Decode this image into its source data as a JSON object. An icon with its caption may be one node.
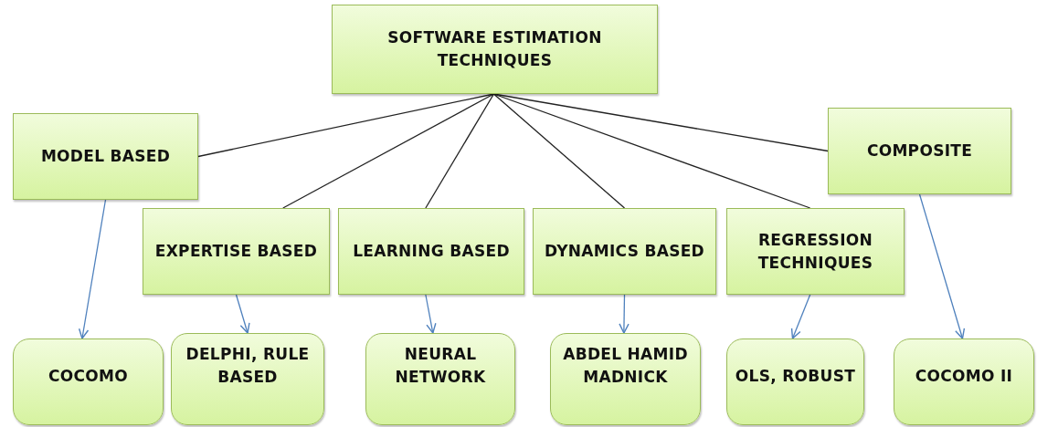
{
  "diagram": {
    "nodes": [
      {
        "text": [
          "SOFTWARE ESTIMATION TECHNIQUES"
        ]
      },
      {
        "text": [
          "MODEL BASED"
        ]
      },
      {
        "text": [
          "EXPERTISE BASED"
        ]
      },
      {
        "text": [
          "LEARNING BASED"
        ]
      },
      {
        "text": [
          "DYNAMICS BASED"
        ]
      },
      {
        "text": [
          "REGRESSION TECHNIQUES"
        ]
      },
      {
        "text": [
          "COMPOSITE"
        ]
      },
      {
        "text": [
          "COCOMO"
        ]
      },
      {
        "text": [
          "DELPHI, RULE BASED"
        ]
      },
      {
        "text": [
          "NEURAL NETWORK"
        ]
      },
      {
        "text": [
          "ABDEL HAMID MADNICK"
        ]
      },
      {
        "text": [
          "OLS, ROBUST"
        ]
      },
      {
        "text": [
          "COCOMO II"
        ]
      }
    ],
    "edges": [
      {
        "from": 0,
        "to": 1,
        "arrow": "none"
      },
      {
        "from": 0,
        "to": 2,
        "arrow": "none"
      },
      {
        "from": 0,
        "to": 3,
        "arrow": "none"
      },
      {
        "from": 0,
        "to": 4,
        "arrow": "none"
      },
      {
        "from": 0,
        "to": 5,
        "arrow": "none"
      },
      {
        "from": 0,
        "to": 6,
        "arrow": "none"
      },
      {
        "from": 1,
        "to": 7,
        "arrow": "to",
        "color": "#4f81bd"
      },
      {
        "from": 2,
        "to": 8,
        "arrow": "to",
        "color": "#4f81bd"
      },
      {
        "from": 3,
        "to": 9,
        "arrow": "to",
        "color": "#4f81bd"
      },
      {
        "from": 4,
        "to": 10,
        "arrow": "to",
        "color": "#4f81bd"
      },
      {
        "from": 5,
        "to": 11,
        "arrow": "to",
        "color": "#4f81bd"
      },
      {
        "from": 6,
        "to": 12,
        "arrow": "to",
        "color": "#4f81bd"
      }
    ]
  }
}
